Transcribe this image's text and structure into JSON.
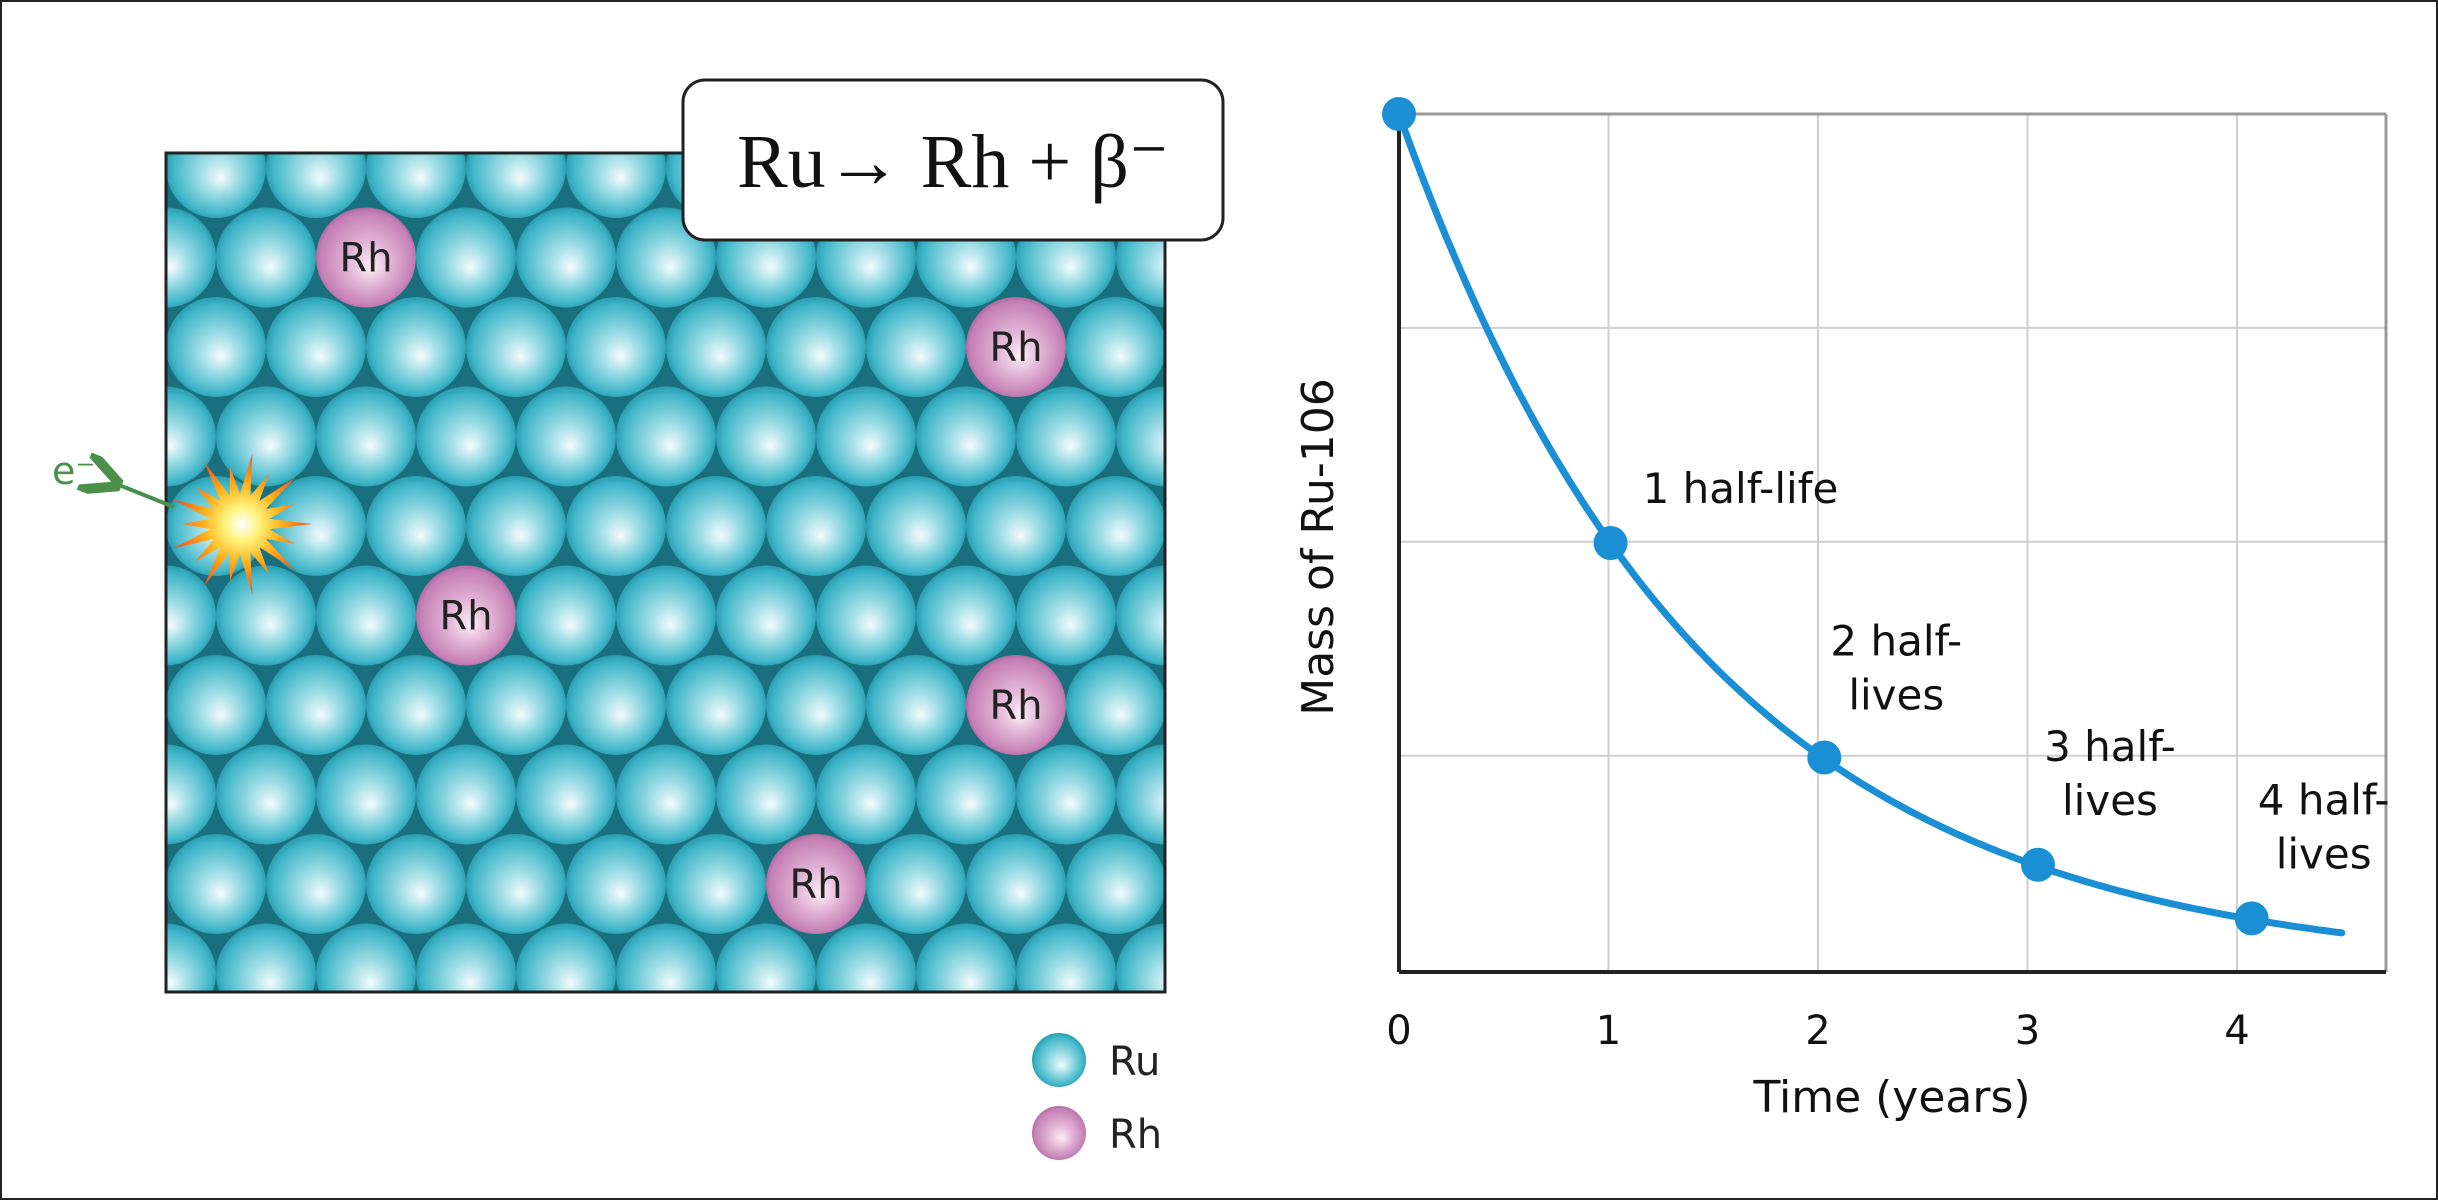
{
  "equation": {
    "text": "Ru→ Rh + β⁻"
  },
  "electron_label": "e⁻",
  "lattice": {
    "rh_label": "Rh",
    "rh_atoms": [
      {
        "row": 1,
        "col": 2
      },
      {
        "row": 2,
        "col": 8
      },
      {
        "row": 5,
        "col": 3
      },
      {
        "row": 6,
        "col": 8
      },
      {
        "row": 8,
        "col": 6
      }
    ]
  },
  "legend": {
    "items": [
      {
        "key": "ru",
        "label": "Ru",
        "color": "#3fb6c8"
      },
      {
        "key": "rh",
        "label": "Rh",
        "color": "#c47fb4"
      }
    ]
  },
  "colors": {
    "curve": "#1a8fd3",
    "ru": "#3fb6c8",
    "rh": "#c47fb4",
    "electron": "#4a8f4a"
  },
  "chart_data": {
    "type": "line",
    "xlabel": "Time (years)",
    "ylabel": "Mass of Ru-106",
    "x_ticks": [
      "0",
      "1",
      "2",
      "3",
      "4"
    ],
    "xlim": [
      0,
      4.7
    ],
    "ylim": [
      0,
      1
    ],
    "half_life_years": 1.01,
    "points": [
      {
        "x": 0,
        "y": 1.0,
        "label": ""
      },
      {
        "x": 1.01,
        "y": 0.5,
        "label": "1 half-life"
      },
      {
        "x": 2.03,
        "y": 0.25,
        "label": "2 half-\nlives"
      },
      {
        "x": 3.05,
        "y": 0.125,
        "label": "3 half-\nlives"
      },
      {
        "x": 4.07,
        "y": 0.0625,
        "label": "4 half-\nlives"
      }
    ],
    "curve_end_x": 4.5,
    "grid": true
  }
}
